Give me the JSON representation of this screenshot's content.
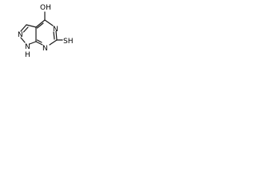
{
  "structure": {
    "colors": {
      "bond": "#1a1a1a",
      "label": "#000000",
      "background": "#ffffff"
    },
    "atoms": {
      "oh": "OH",
      "n_top_right": "N",
      "n_bottom": "N",
      "n_pyrazole": "N",
      "nh_label": "N",
      "h_label": "H",
      "sh": "SH"
    }
  }
}
